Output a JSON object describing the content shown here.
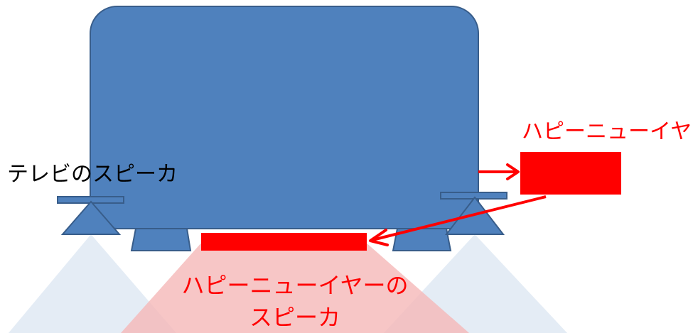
{
  "labels": {
    "tv_speaker": "テレビのスピーカ",
    "happy_ear": "ハピーニューイヤー",
    "happy_ear_speaker_line1": "ハピーニューイヤーの",
    "happy_ear_speaker_line2": "スピーカ"
  },
  "colors": {
    "tv_fill": "#4f81bd",
    "tv_stroke": "#385d8a",
    "accent_red": "#ff0000",
    "beam_blue": "#dbe5f1",
    "beam_red": "#f5b8b8",
    "text_black": "#000000"
  }
}
